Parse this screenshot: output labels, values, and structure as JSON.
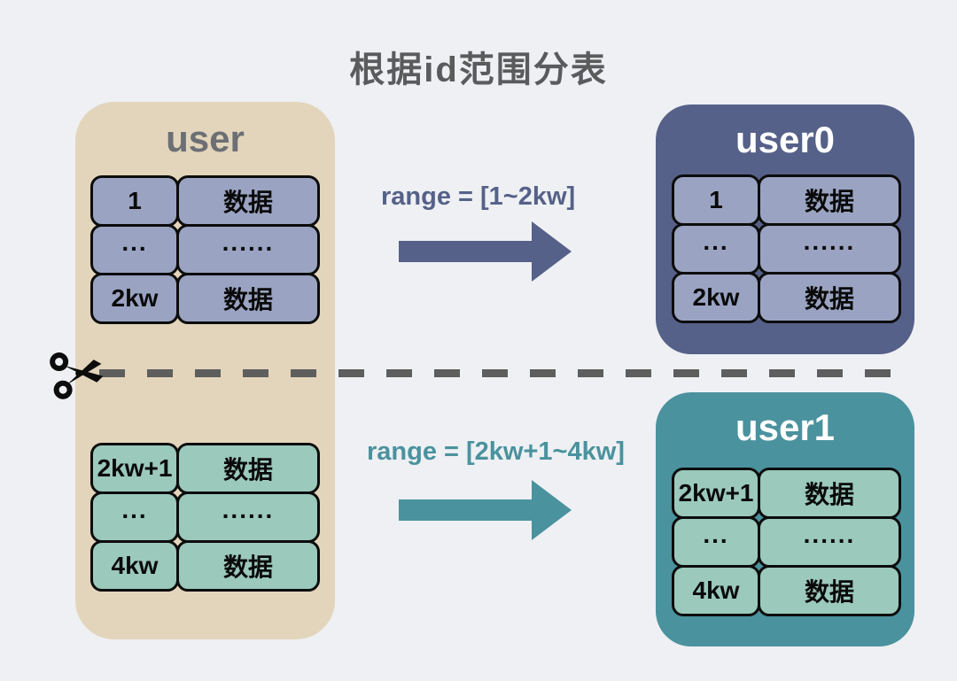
{
  "title": "根据id范围分表",
  "colors": {
    "background": "#eef0f3",
    "source_container": "#e3d5bb",
    "shard0_container": "#566189",
    "shard1_container": "#4a929e",
    "blue_cell": "#9aa4c2",
    "green_cell": "#9bc9bc",
    "cell_border": "#0c0c0c",
    "dash_line": "#5e5e5e",
    "title_text": "#5a5b5d",
    "source_label_text": "#6c6f74",
    "shard_label_text": "#ffffff"
  },
  "source": {
    "label": "user",
    "top_table": {
      "rows": [
        {
          "id": "1",
          "value": "数据"
        },
        {
          "id": "...",
          "value": "......"
        },
        {
          "id": "2kw",
          "value": "数据"
        }
      ]
    },
    "bottom_table": {
      "rows": [
        {
          "id": "2kw+1",
          "value": "数据"
        },
        {
          "id": "...",
          "value": "......"
        },
        {
          "id": "4kw",
          "value": "数据"
        }
      ]
    }
  },
  "arrows": [
    {
      "label": "range = [1~2kw]",
      "color": "#566189"
    },
    {
      "label": "range = [2kw+1~4kw]",
      "color": "#4a929e"
    }
  ],
  "shards": [
    {
      "label": "user0",
      "rows": [
        {
          "id": "1",
          "value": "数据"
        },
        {
          "id": "...",
          "value": "......"
        },
        {
          "id": "2kw",
          "value": "数据"
        }
      ]
    },
    {
      "label": "user1",
      "rows": [
        {
          "id": "2kw+1",
          "value": "数据"
        },
        {
          "id": "...",
          "value": "......"
        },
        {
          "id": "4kw",
          "value": "数据"
        }
      ]
    }
  ]
}
